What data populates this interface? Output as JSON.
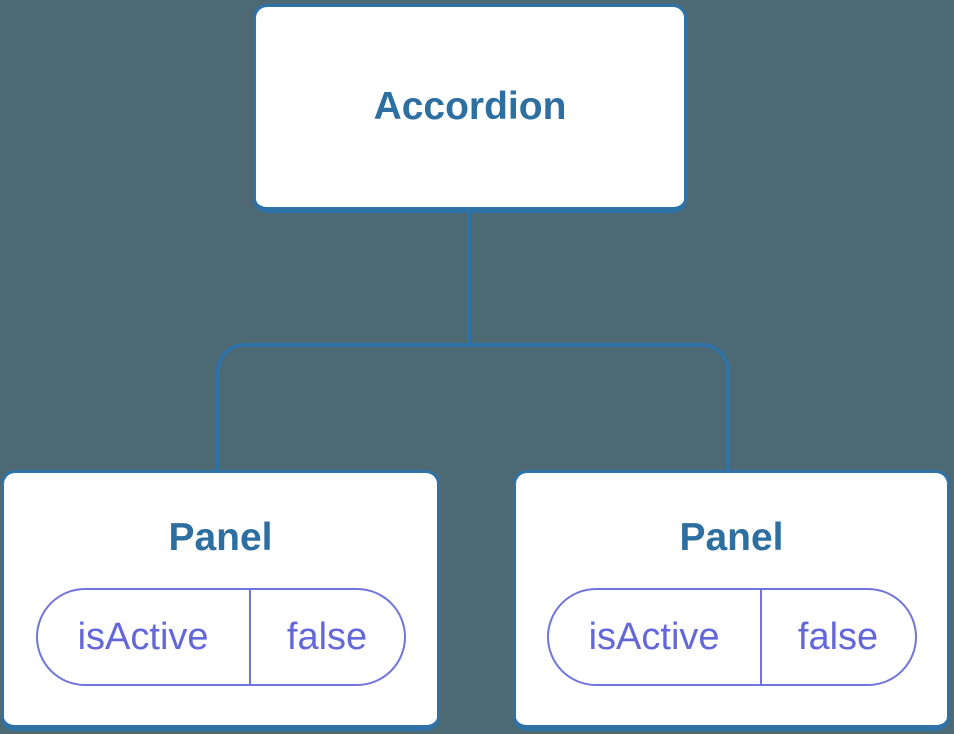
{
  "diagram": {
    "description": "Component tree: Accordion parent connected to two Panel children, each receiving an isActive prop",
    "root": {
      "label": "Accordion"
    },
    "children": [
      {
        "label": "Panel",
        "props": [
          {
            "name": "isActive",
            "value": "false"
          }
        ]
      },
      {
        "label": "Panel",
        "props": [
          {
            "name": "isActive",
            "value": "false"
          }
        ]
      }
    ]
  },
  "colors": {
    "background": "#4D6973",
    "card_bg": "#FFFFFF",
    "line": "#2E72A8",
    "title_text": "#2E6FA1",
    "prop_border": "#6F75DA",
    "prop_text": "#6367D9"
  }
}
